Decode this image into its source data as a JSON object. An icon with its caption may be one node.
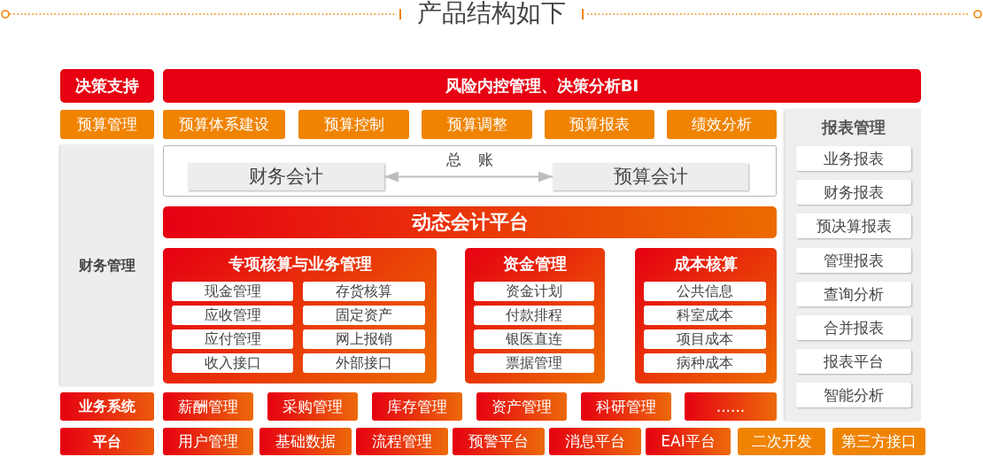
{
  "diagram": {
    "title": "产品结构如下",
    "nodes": [
      {
        "text": [
          "决策支持"
        ]
      },
      {
        "text": [
          "风险内控管理、决策分析BI"
        ]
      },
      {
        "text": [
          "预算管理"
        ]
      },
      {
        "text": [
          "预算体系建设"
        ]
      },
      {
        "text": [
          "预算控制"
        ]
      },
      {
        "text": [
          "预算调整"
        ]
      },
      {
        "text": [
          "预算报表"
        ]
      },
      {
        "text": [
          "绩效分析"
        ]
      },
      {
        "text": [
          "报表管理"
        ]
      },
      {
        "text": [
          "业务报表"
        ],
        "in": 8
      },
      {
        "text": [
          "财务报表"
        ],
        "in": 8
      },
      {
        "text": [
          "预决算报表"
        ],
        "in": 8
      },
      {
        "text": [
          "管理报表"
        ],
        "in": 8
      },
      {
        "text": [
          "查询分析"
        ],
        "in": 8
      },
      {
        "text": [
          "合并报表"
        ],
        "in": 8
      },
      {
        "text": [
          "报表平台"
        ],
        "in": 8
      },
      {
        "text": [
          "智能分析"
        ],
        "in": 8
      },
      {
        "text": [
          "财务管理"
        ]
      },
      {
        "text": [
          "总 账"
        ]
      },
      {
        "text": [
          "财务会计"
        ],
        "in": 18
      },
      {
        "text": [
          "预算会计"
        ],
        "in": 18
      },
      {
        "text": [
          "动态会计平台"
        ]
      },
      {
        "text": [
          "专项核算与业务管理"
        ]
      },
      {
        "text": [
          "现金管理"
        ],
        "in": 22
      },
      {
        "text": [
          "存货核算"
        ],
        "in": 22
      },
      {
        "text": [
          "应收管理"
        ],
        "in": 22
      },
      {
        "text": [
          "固定资产"
        ],
        "in": 22
      },
      {
        "text": [
          "应付管理"
        ],
        "in": 22
      },
      {
        "text": [
          "网上报销"
        ],
        "in": 22
      },
      {
        "text": [
          "收入接口"
        ],
        "in": 22
      },
      {
        "text": [
          "外部接口"
        ],
        "in": 22
      },
      {
        "text": [
          "资金管理"
        ]
      },
      {
        "text": [
          "资金计划"
        ],
        "in": 31
      },
      {
        "text": [
          "付款排程"
        ],
        "in": 31
      },
      {
        "text": [
          "银医直连"
        ],
        "in": 31
      },
      {
        "text": [
          "票据管理"
        ],
        "in": 31
      },
      {
        "text": [
          "成本核算"
        ]
      },
      {
        "text": [
          "公共信息"
        ],
        "in": 36
      },
      {
        "text": [
          "科室成本"
        ],
        "in": 36
      },
      {
        "text": [
          "项目成本"
        ],
        "in": 36
      },
      {
        "text": [
          "病种成本"
        ],
        "in": 36
      },
      {
        "text": [
          "业务系统"
        ]
      },
      {
        "text": [
          "薪酬管理"
        ]
      },
      {
        "text": [
          "采购管理"
        ]
      },
      {
        "text": [
          "库存管理"
        ]
      },
      {
        "text": [
          "资产管理"
        ]
      },
      {
        "text": [
          "科研管理"
        ]
      },
      {
        "text": [
          "......"
        ]
      },
      {
        "text": [
          "平台"
        ]
      },
      {
        "text": [
          "用户管理"
        ]
      },
      {
        "text": [
          "基础数据"
        ]
      },
      {
        "text": [
          "流程管理"
        ]
      },
      {
        "text": [
          "预警平台"
        ]
      },
      {
        "text": [
          "消息平台"
        ]
      },
      {
        "text": [
          "EAI平台"
        ]
      },
      {
        "text": [
          "二次开发"
        ]
      },
      {
        "text": [
          "第三方接口"
        ]
      }
    ],
    "edges": [
      {
        "from": 19,
        "to": 20,
        "arrow": "both"
      }
    ]
  }
}
